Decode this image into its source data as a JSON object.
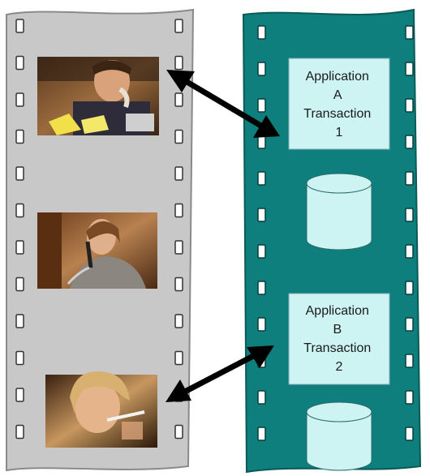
{
  "diagram": {
    "left_strip": {
      "frames": [
        {
          "name": "frame-1",
          "subject": "man-on-phone-photo"
        },
        {
          "name": "frame-2",
          "subject": "woman-on-phone-photo"
        },
        {
          "name": "frame-3",
          "subject": "woman-with-pen-photo"
        }
      ]
    },
    "right_strip": {
      "boxes": [
        {
          "lines": [
            "Application",
            "A",
            "Transaction",
            "1"
          ]
        },
        {
          "lines": [
            "Application",
            "B",
            "Transaction",
            "2"
          ]
        }
      ],
      "databases": 2
    },
    "colors": {
      "left_film": "#c8c8c8",
      "left_film_edge": "#8a8a8a",
      "right_film": "#0e7f7c",
      "right_film_edge": "#0a5a58",
      "box_fill": "#cdf3f3",
      "db_fill": "#cdf3f3",
      "arrow": "#000000",
      "sprocket": "#ffffff"
    },
    "icons": {
      "arrow": "double-headed-arrow-icon",
      "database": "database-cylinder-icon"
    }
  }
}
